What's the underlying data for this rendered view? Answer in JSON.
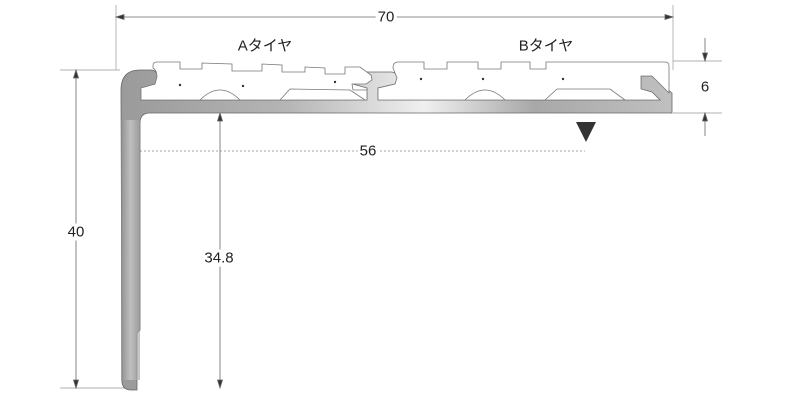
{
  "drawing": {
    "dimensions": {
      "total_width": "70",
      "height_top": "6",
      "total_height": "40",
      "inner_height": "34.8",
      "tread_width": "56"
    },
    "tire_labels": {
      "a": "Aタイヤ",
      "b": "Bタイヤ"
    },
    "colors": {
      "line": "#555555",
      "metal_dark": "#8a8a8a",
      "metal_light": "#e8e8e8"
    }
  }
}
